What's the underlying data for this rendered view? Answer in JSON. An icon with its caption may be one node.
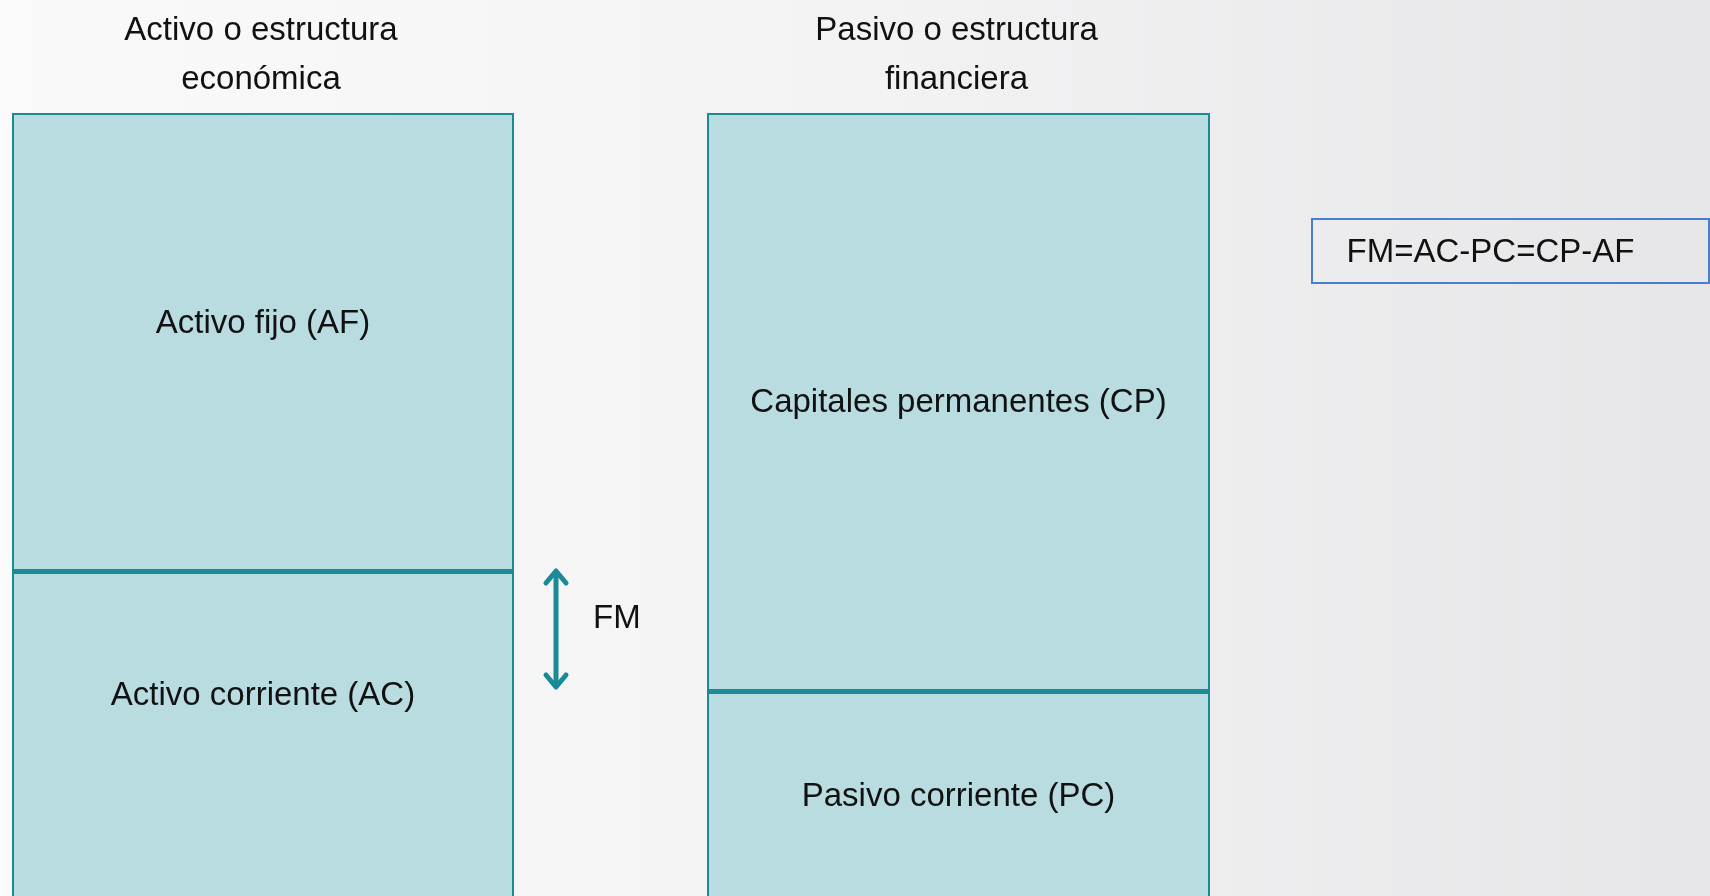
{
  "diagram": {
    "nodes": [
      {
        "text": [
          "Activo o estructura económica"
        ]
      },
      {
        "text": [
          "Activo fijo (AF)"
        ],
        "in": 0
      },
      {
        "text": [
          "Activo corriente (AC)"
        ],
        "in": 0
      },
      {
        "text": [
          "Pasivo o estructura financiera"
        ]
      },
      {
        "text": [
          "Capitales permanentes (CP)"
        ],
        "in": 3
      },
      {
        "text": [
          "Pasivo corriente (PC)"
        ],
        "in": 3
      },
      {
        "text": [
          "FM=AC-PC=CP-AF"
        ]
      }
    ],
    "edges": [],
    "labels": [
      "FM"
    ]
  }
}
